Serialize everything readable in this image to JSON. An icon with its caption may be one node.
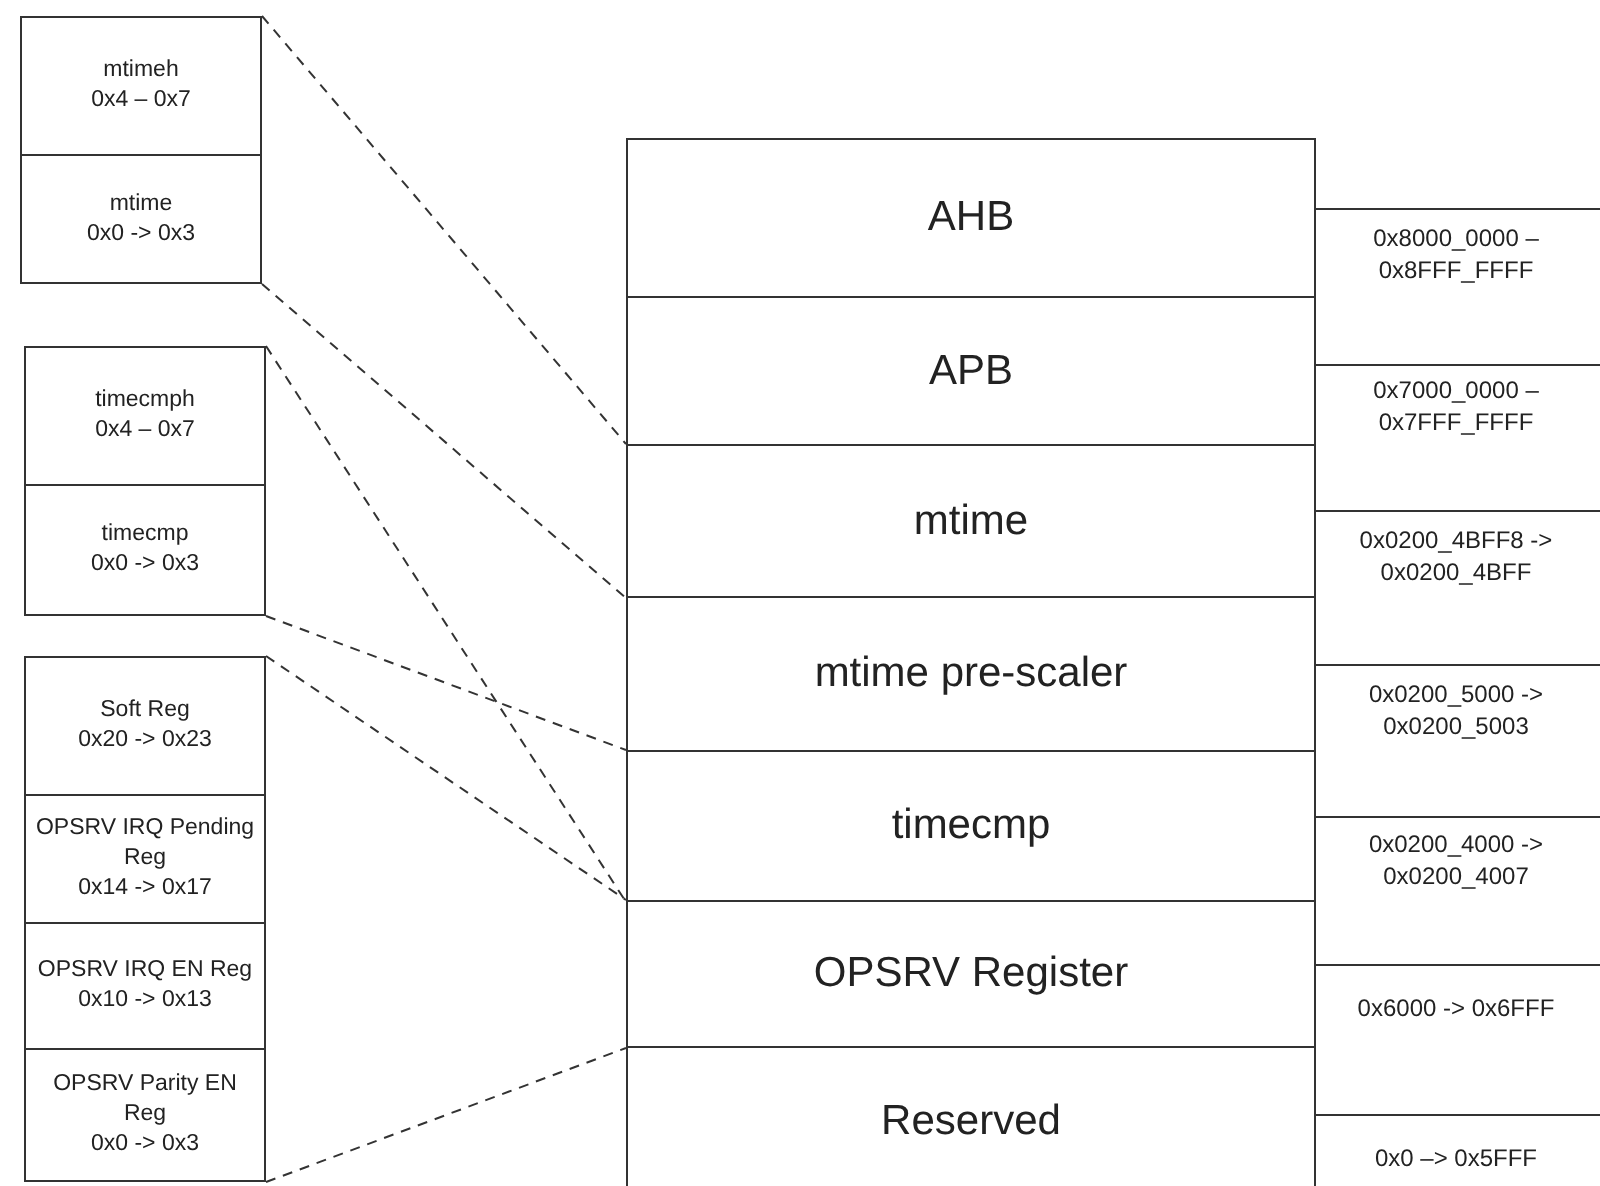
{
  "diagram": {
    "nodes": [
      {
        "text": [
          "mtimeh",
          "0x4 – 0x7"
        ]
      },
      {
        "text": [
          "mtime",
          "0x0 -> 0x3"
        ]
      },
      {
        "text": [
          "timecmph",
          "0x4 – 0x7"
        ]
      },
      {
        "text": [
          "timecmp",
          "0x0 -> 0x3"
        ]
      },
      {
        "text": [
          "Soft Reg",
          "0x20 -> 0x23"
        ]
      },
      {
        "text": [
          "OPSRV IRQ Pending Reg",
          "0x14 -> 0x17"
        ]
      },
      {
        "text": [
          "OPSRV IRQ EN Reg",
          "0x10 -> 0x13"
        ]
      },
      {
        "text": [
          "OPSRV Parity EN Reg",
          "0x0 -> 0x3"
        ]
      },
      {
        "text": [
          "AHB"
        ],
        "beside": [
          "0x8000_0000 – 0x8FFF_FFFF"
        ]
      },
      {
        "text": [
          "APB"
        ],
        "beside": [
          "0x7000_0000 – 0x7FFF_FFFF"
        ]
      },
      {
        "text": [
          "mtime"
        ],
        "beside": [
          "0x0200_4BFF8 -> 0x0200_4BFF"
        ]
      },
      {
        "text": [
          "mtime pre-scaler"
        ],
        "beside": [
          "0x0200_5000 -> 0x0200_5003"
        ]
      },
      {
        "text": [
          "timecmp"
        ],
        "beside": [
          "0x0200_4000 -> 0x0200_4007"
        ]
      },
      {
        "text": [
          "OPSRV Register"
        ],
        "beside": [
          "0x6000 -> 0x6FFF"
        ]
      },
      {
        "text": [
          "Reserved"
        ],
        "beside": [
          "0x0 –> 0x5FFF"
        ]
      }
    ],
    "edges": [
      {
        "from": 0,
        "to": 10,
        "arrow": "none",
        "style": "dashed"
      },
      {
        "from": 1,
        "to": 10,
        "arrow": "none",
        "style": "dashed"
      },
      {
        "from": 2,
        "to": 12,
        "arrow": "none",
        "style": "dashed"
      },
      {
        "from": 3,
        "to": 12,
        "arrow": "none",
        "style": "dashed"
      },
      {
        "from": 4,
        "to": 13,
        "arrow": "none",
        "style": "dashed"
      },
      {
        "from": 7,
        "to": 13,
        "arrow": "none",
        "style": "dashed"
      }
    ]
  }
}
